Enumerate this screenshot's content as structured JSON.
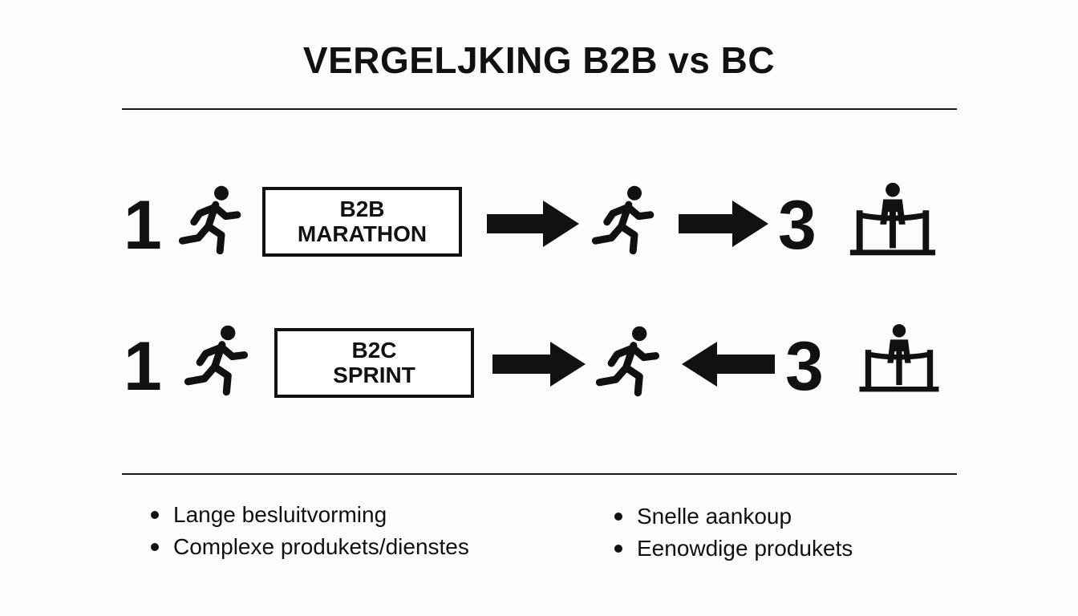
{
  "title": "VERGELJKING B2B vs BC",
  "row1": {
    "start_number": "1",
    "box_line1": "B2B",
    "box_line2": "MARATHON",
    "end_number": "3"
  },
  "row2": {
    "start_number": "1",
    "box_line1": "B2C",
    "box_line2": "SPRINT",
    "end_number": "3"
  },
  "bullets_left": [
    "Lange besluitvorming",
    "Complexe produkets/dienstes"
  ],
  "bullets_right": [
    "Snelle aankoup",
    "Eenowdige produkets"
  ],
  "icons": [
    "runner-icon",
    "arrow-right-icon",
    "arrow-left-icon",
    "finish-line-icon"
  ],
  "colors": {
    "ink": "#111111",
    "background": "#fcfcfc"
  }
}
